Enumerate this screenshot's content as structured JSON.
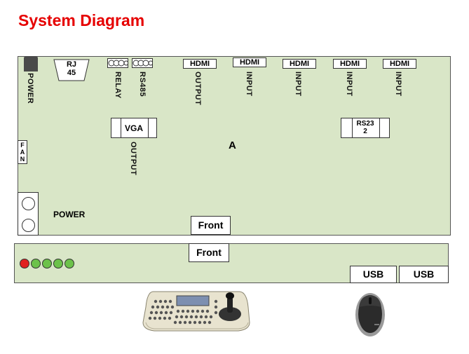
{
  "title": "System Diagram",
  "board_label": "A",
  "top_ports": {
    "power": "POWER",
    "rj45": "RJ\n45",
    "relay": "RELAY",
    "rs485": "RS485",
    "hdmi_out_box": "HDMI",
    "hdmi_out_label": "OUTPUT",
    "hdmi_in_box": "HDMI",
    "hdmi_in_label": "INPUT"
  },
  "vga": {
    "box": "VGA",
    "label": "OUTPUT"
  },
  "rs232": "RS23\n2",
  "fan": "F\nA\nN",
  "power_label": "POWER",
  "front_top": "Front",
  "front_bottom": "Front",
  "usb": [
    "USB",
    "USB"
  ],
  "colors": {
    "board": "#d9e6c7",
    "title": "#e60000",
    "led_red": "#e02020",
    "led_green": "#6cc24a"
  },
  "leds": [
    "red",
    "green",
    "green",
    "green",
    "green"
  ]
}
